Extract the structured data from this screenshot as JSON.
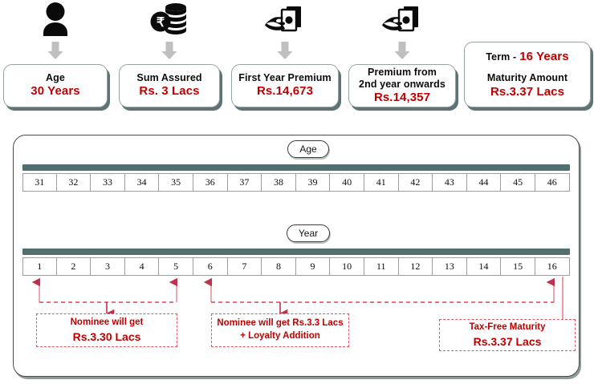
{
  "summary": {
    "cards": [
      {
        "icon": "person-icon",
        "label": "Age",
        "value": "30 Years",
        "has_arrow": true
      },
      {
        "icon": "coins-rupee-icon",
        "label": "Sum Assured",
        "value": "Rs. 3 Lacs",
        "has_arrow": true
      },
      {
        "icon": "hand-cash-icon",
        "label": "First Year Premium",
        "value": "Rs.14,673",
        "has_arrow": true
      },
      {
        "icon": "hand-cash-icon",
        "label": "Premium from 2nd year onwards",
        "label_line1": "Premium from",
        "label_line2": "2nd year onwards",
        "value": "Rs.14,357",
        "has_arrow": true
      }
    ],
    "term_card": {
      "term_label": "Term  -",
      "term_value": "16 Years",
      "maturity_label": "Maturity Amount",
      "maturity_value": "Rs.3.37 Lacs"
    }
  },
  "timeline": {
    "age_pill": "Age",
    "year_pill": "Year",
    "ages": [
      "31",
      "32",
      "33",
      "34",
      "35",
      "36",
      "37",
      "38",
      "39",
      "40",
      "41",
      "42",
      "43",
      "44",
      "45",
      "46"
    ],
    "years": [
      "1",
      "2",
      "3",
      "4",
      "5",
      "6",
      "7",
      "8",
      "9",
      "10",
      "11",
      "12",
      "13",
      "14",
      "15",
      "16"
    ]
  },
  "callouts": [
    {
      "line1": "Nominee will get",
      "line2": "Rs.3.30 Lacs",
      "from_years": [
        "1",
        "5"
      ]
    },
    {
      "line1": "Nominee will get Rs.3.3 Lacs",
      "line2": "+ Loyalty Addition",
      "from_years": [
        "6",
        "16"
      ]
    },
    {
      "line1": "Tax-Free Maturity",
      "line2": "Rs.3.37 Lacs",
      "from_years": [
        "16"
      ]
    }
  ],
  "colors": {
    "red": "#c00000",
    "dashed_red": "#e0555f",
    "teal_bar": "#50706f",
    "arrow_grey": "#bfbfbf",
    "panel_border": "#4a4a4a"
  }
}
